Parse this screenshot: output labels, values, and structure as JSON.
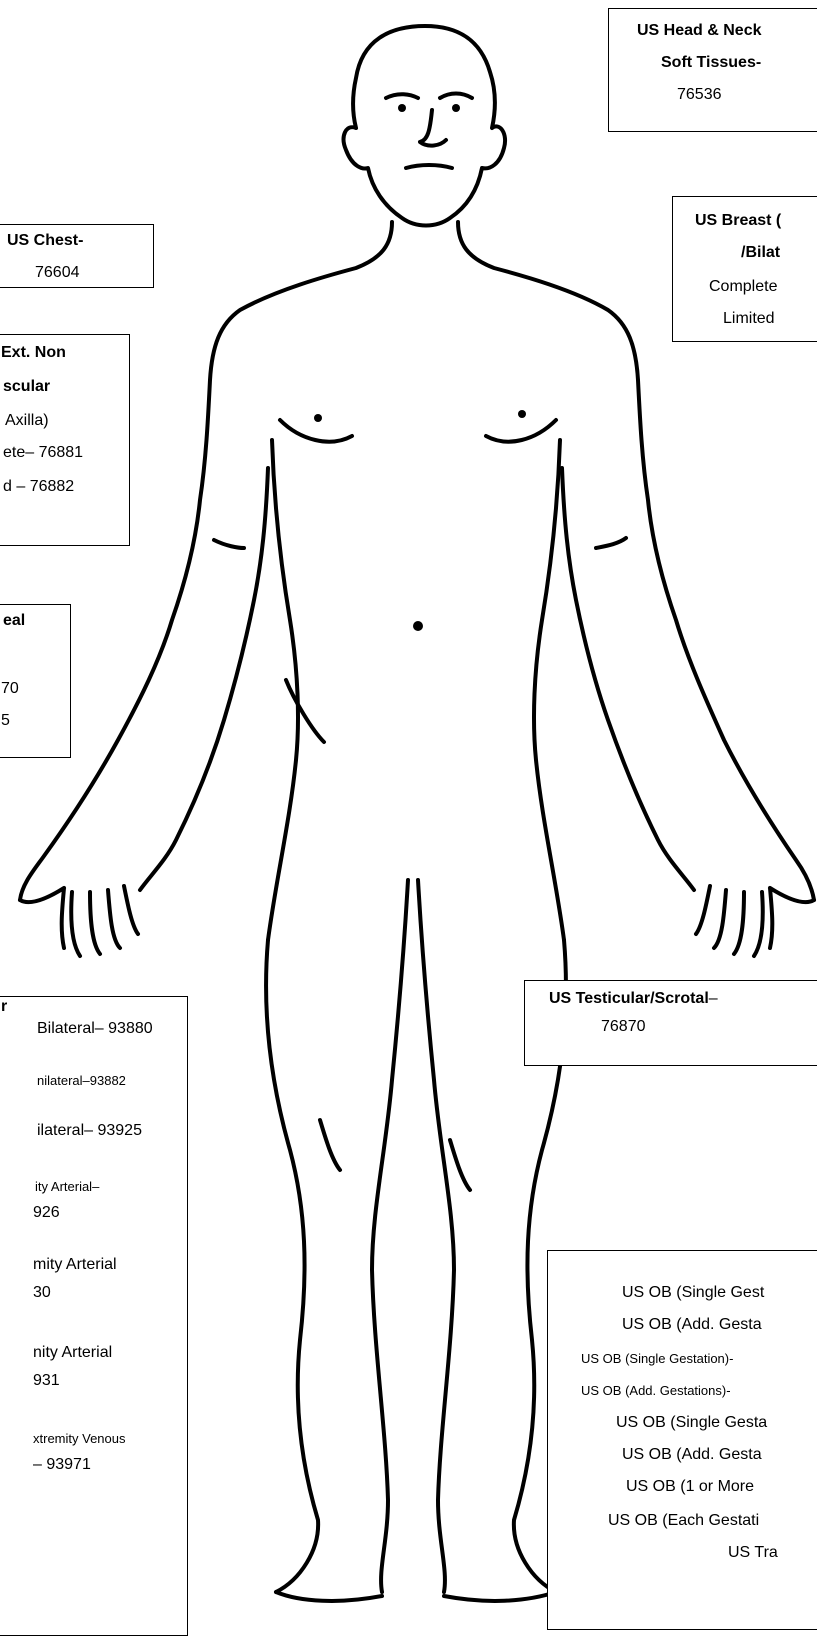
{
  "head_neck": {
    "line1": "US Head & Neck",
    "line2": "Soft Tissues-",
    "line3": "76536"
  },
  "chest": {
    "line1": "US Chest-",
    "line2": "76604"
  },
  "breast": {
    "line1": "US Breast (",
    "line2": "/Bilat",
    "line3": "Complete",
    "line4": "Limited"
  },
  "upper_ext": {
    "line1": "Ext. Non",
    "line2": "scular",
    "line3": "Axilla)",
    "line4": "ete– 76881",
    "line5": "d – 76882"
  },
  "box_eal": {
    "line1": "eal",
    "line2": "70",
    "line3": "5"
  },
  "vascular": {
    "line1": "r",
    "line2": "Bilateral– 93880",
    "line3": "nilateral–93882",
    "line4": "ilateral– 93925",
    "line5": "ity Arterial–",
    "line6": "926",
    "line7": "mity Arterial",
    "line8": "30",
    "line9": "nity Arterial",
    "line10": "931",
    "line11": "xtremity Venous",
    "line12": "– 93971"
  },
  "testicular": {
    "line1": "US Testicular/Scrotal",
    "dash": "–",
    "line2": "76870"
  },
  "ob": {
    "line1": "US OB (Single Gest",
    "line2": "US OB (Add. Gesta",
    "line3": "US OB (Single Gestation)-",
    "line4": "US OB (Add. Gestations)-",
    "line5": "US OB (Single Gesta",
    "line6": "US OB (Add. Gesta",
    "line7": "US OB (1 or More",
    "line8": "US OB (Each Gestati",
    "line9": "US Tra"
  }
}
